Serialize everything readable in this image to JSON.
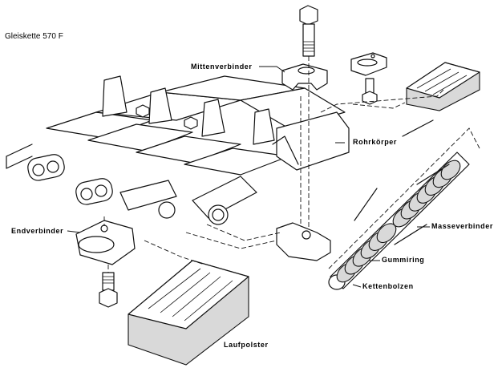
{
  "title": "Gleiskette 570 F",
  "labels": {
    "mittenverbinder": "Mittenverbinder",
    "rohrkoerper": "Rohrkörper",
    "masseverbinder": "Masseverbinder",
    "gummiring": "Gummiring",
    "kettenbolzen": "Kettenbolzen",
    "endverbinder": "Endverbinder",
    "laufpolster": "Laufpolster"
  },
  "colors": {
    "ink": "#111111",
    "background": "#ffffff",
    "rubber": "#d9d9d9"
  }
}
